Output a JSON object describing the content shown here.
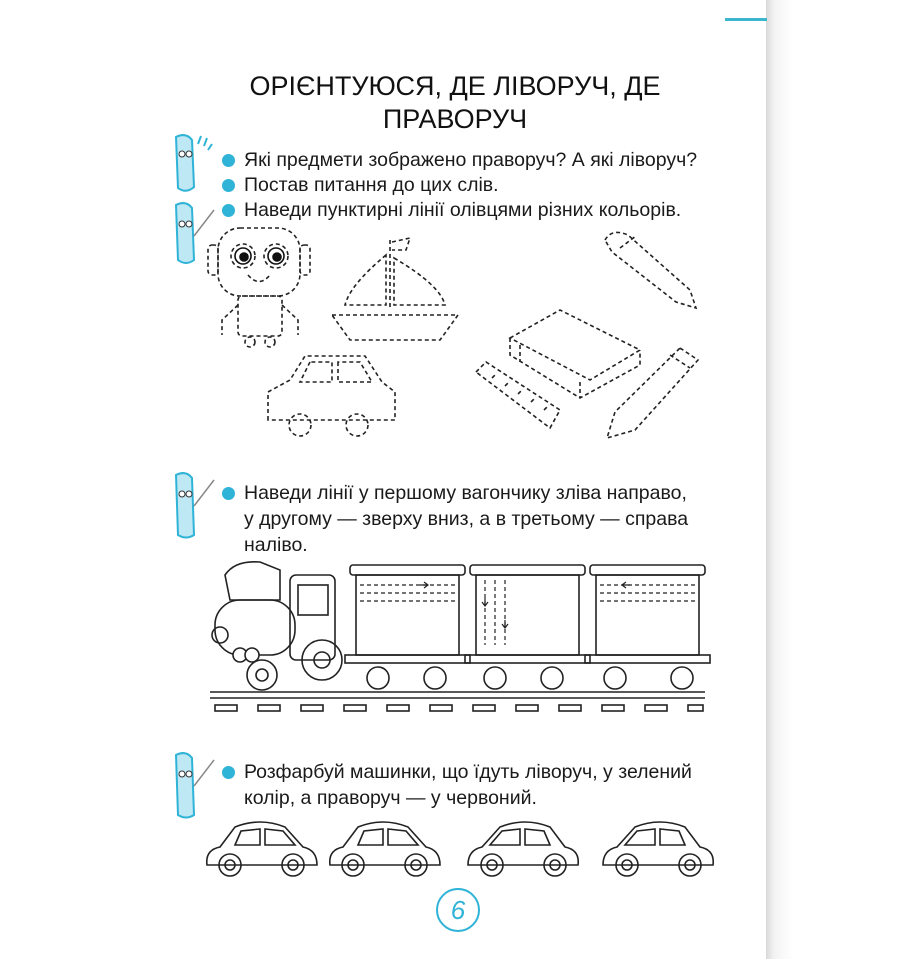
{
  "title_line1": "ОРІЄНТУЮСЯ, ДЕ ЛІВОРУЧ, ДЕ",
  "title_line2": "ПРАВОРУЧ",
  "tasks": [
    {
      "lines": [
        "Які предмети зображено праворуч? А які ліворуч?"
      ]
    },
    {
      "lines": [
        "Постав питання до цих слів."
      ]
    },
    {
      "lines": [
        "Наведи пунктирні лінії олівцями різних кольорів."
      ]
    },
    {
      "lines": [
        "Наведи лінії у першому вагончику зліва направо,",
        "у другому — зверху вниз, а в третьому — справа",
        "наліво."
      ]
    },
    {
      "lines": [
        "Розфарбуй машинки, що їдуть ліворуч, у зелений",
        "колір, а праворуч — у червоний."
      ]
    }
  ],
  "page_number": "6",
  "colors": {
    "accent": "#2fb3d6"
  }
}
